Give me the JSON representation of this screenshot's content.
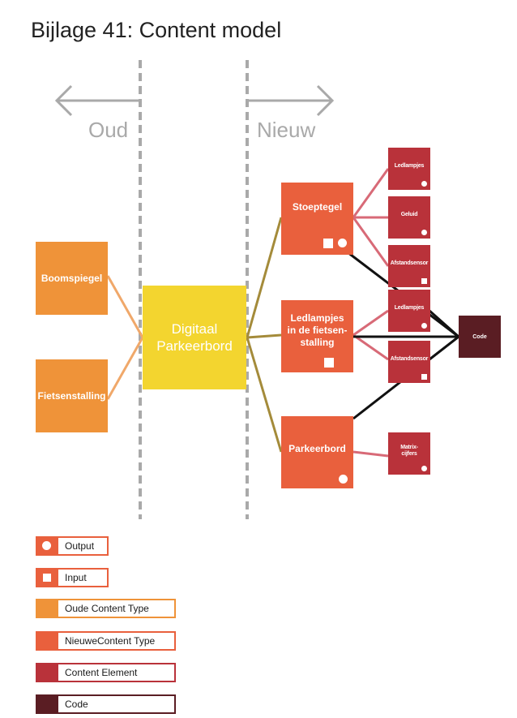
{
  "title": "Bijlage 41: Content model",
  "direction_labels": {
    "old": "Oud",
    "new": "Nieuw"
  },
  "colors": {
    "old_content_type": "#ef9339",
    "new_content_type": "#e9603d",
    "content_element": "#b9323a",
    "code": "#5a1d23",
    "central": "#f3d52f",
    "divider": "#a9a9a9"
  },
  "old_types": [
    "Boomspiegel",
    "Fietsenstalling"
  ],
  "central": "Digitaal Parkeerbord",
  "new_types": [
    {
      "label": "Stoeptegel",
      "icons": [
        "input",
        "output"
      ]
    },
    {
      "label": "Ledlampjes in de fietsen-stalling",
      "icons": [
        "input"
      ]
    },
    {
      "label": "Parkeerbord",
      "icons": [
        "output"
      ]
    }
  ],
  "elements": [
    {
      "label": "Ledlampjes",
      "icon": "output"
    },
    {
      "label": "Geluid",
      "icon": "output"
    },
    {
      "label": "Afstandsensor",
      "icon": "input"
    },
    {
      "label": "Ledlampjes",
      "icon": "output"
    },
    {
      "label": "Afstandsensor",
      "icon": "input"
    },
    {
      "label": "Matrix-cijfers",
      "icon": "output"
    }
  ],
  "code": "Code",
  "legend": [
    {
      "label": "Output",
      "icon": "output"
    },
    {
      "label": "Input",
      "icon": "input"
    },
    {
      "label": "Oude Content Type",
      "icon": "none"
    },
    {
      "label": "NieuweContent Type",
      "icon": "none"
    },
    {
      "label": "Content Element",
      "icon": "none"
    },
    {
      "label": "Code",
      "icon": "none"
    }
  ]
}
